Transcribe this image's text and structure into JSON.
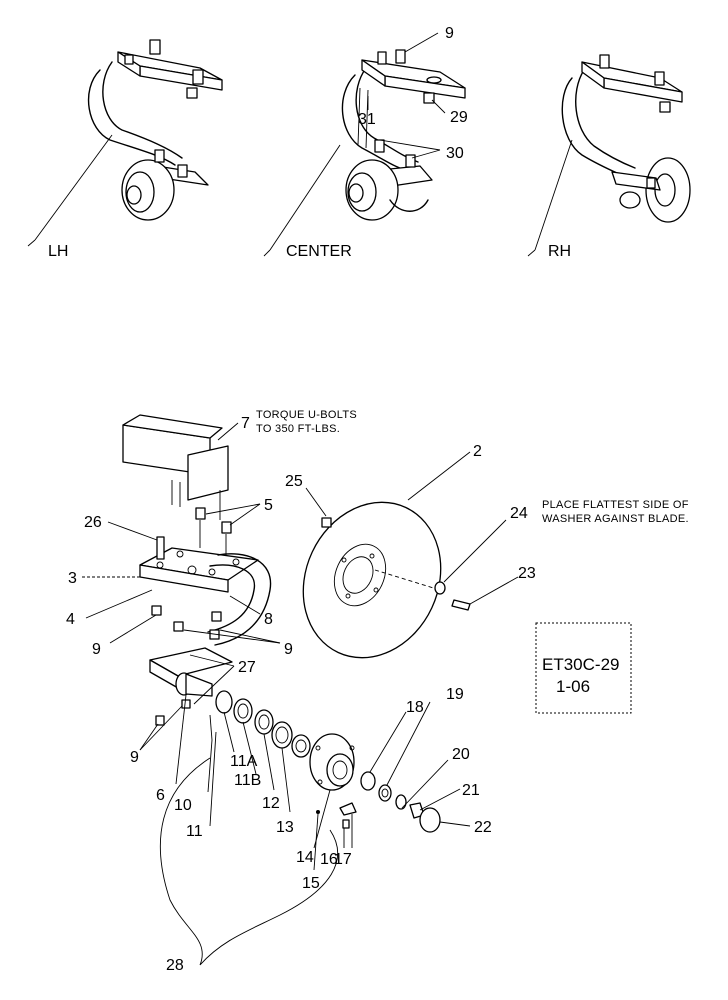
{
  "views": {
    "lh": "LH",
    "center": "CENTER",
    "rh": "RH"
  },
  "notes": {
    "torque_line1": "TORQUE U-BOLTS",
    "torque_line2": "TO 350 FT-LBS.",
    "washer_line1": "PLACE FLATTEST SIDE OF",
    "washer_line2": "WASHER AGAINST BLADE."
  },
  "stamp": {
    "line1": "ET30C-29",
    "line2": "1-06"
  },
  "callouts": {
    "c9_top": "9",
    "c29": "29",
    "c31": "31",
    "c30": "30",
    "c7": "7",
    "c2": "2",
    "c25": "25",
    "c5": "5",
    "c26": "26",
    "c24": "24",
    "c3": "3",
    "c23": "23",
    "c4": "4",
    "c8": "8",
    "c9a": "9",
    "c9b": "9",
    "c27": "27",
    "c18": "18",
    "c19": "19",
    "c9c": "9",
    "c11a": "11A",
    "c11b": "11B",
    "c20": "20",
    "c6": "6",
    "c10": "10",
    "c12": "12",
    "c21": "21",
    "c11": "11",
    "c13": "13",
    "c22": "22",
    "c14": "14",
    "c16": "16",
    "c17": "17",
    "c15": "15",
    "c28": "28"
  }
}
